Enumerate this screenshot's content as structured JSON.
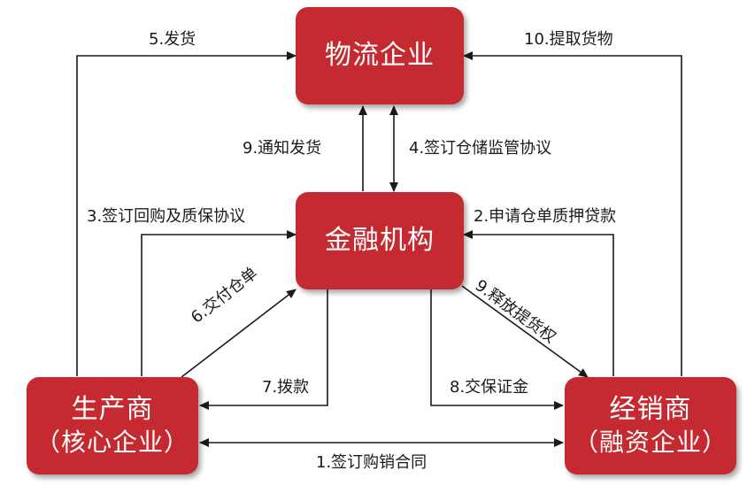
{
  "nodes": {
    "logistics": {
      "label": "物流企业"
    },
    "finance": {
      "label": "金融机构"
    },
    "producer": {
      "label": "生产商",
      "sub": "（核心企业）"
    },
    "distributor": {
      "label": "经销商",
      "sub": "（融资企业）"
    }
  },
  "edges": {
    "e1": "1.签订购销合同",
    "e2": "2.申请仓单质押贷款",
    "e3": "3.签订回购及质保协议",
    "e4": "4.签订仓储监管协议",
    "e5": "5.发货",
    "e6": "6.交付仓单",
    "e7": "7.拨款",
    "e8": "8.交保证金",
    "e9a": "9.通知发货",
    "e9b": "9.释放提货权",
    "e10": "10.提取货物"
  },
  "colors": {
    "box_fill": "#c42a2f",
    "box_text": "#ffffff",
    "line": "#1a1a1a"
  }
}
